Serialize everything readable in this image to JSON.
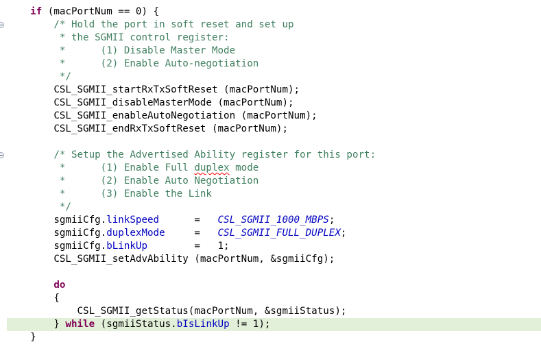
{
  "editor": {
    "lines": [
      [
        "    ",
        {
          "t": "if",
          "c": "kw"
        },
        " (macPortNum == 0) {"
      ],
      [
        "        ",
        {
          "t": "/* Hold the port in soft reset and set up",
          "c": "cm"
        }
      ],
      [
        "        ",
        {
          "t": " * the SGMII control register:",
          "c": "cm"
        }
      ],
      [
        "        ",
        {
          "t": " *      (1) Disable Master Mode",
          "c": "cm"
        }
      ],
      [
        "        ",
        {
          "t": " *      (2) Enable Auto-negotiation",
          "c": "cm"
        }
      ],
      [
        "        ",
        {
          "t": " */",
          "c": "cm"
        }
      ],
      [
        "        CSL_SGMII_startRxTxSoftReset (macPortNum);"
      ],
      [
        "        CSL_SGMII_disableMasterMode (macPortNum);"
      ],
      [
        "        CSL_SGMII_enableAutoNegotiation (macPortNum);"
      ],
      [
        "        CSL_SGMII_endRxTxSoftReset (macPortNum);"
      ],
      [
        ""
      ],
      [
        "        ",
        {
          "t": "/* Setup the Advertised Ability register for this port:",
          "c": "cm"
        }
      ],
      [
        "        ",
        {
          "t": " *      (1) Enable Full ",
          "c": "cm"
        },
        {
          "t": "duplex",
          "c": "cm spell"
        },
        {
          "t": " mode",
          "c": "cm"
        }
      ],
      [
        "        ",
        {
          "t": " *      (2) Enable Auto Negotiation",
          "c": "cm"
        }
      ],
      [
        "        ",
        {
          "t": " *      (3) Enable the Link",
          "c": "cm"
        }
      ],
      [
        "        ",
        {
          "t": " */",
          "c": "cm"
        }
      ],
      [
        "        sgmiiCfg.",
        {
          "t": "linkSpeed",
          "c": "fld"
        },
        "      =   ",
        {
          "t": "CSL_SGMII_1000_MBPS",
          "c": "const"
        },
        ";"
      ],
      [
        "        sgmiiCfg.",
        {
          "t": "duplexMode",
          "c": "fld"
        },
        "     =   ",
        {
          "t": "CSL_SGMII_FULL_DUPLEX",
          "c": "const"
        },
        ";"
      ],
      [
        "        sgmiiCfg.",
        {
          "t": "bLinkUp",
          "c": "fld"
        },
        "        =   1;"
      ],
      [
        "        CSL_SGMII_setAdvAbility (macPortNum, &sgmiiCfg);"
      ],
      [
        ""
      ],
      [
        "        ",
        {
          "t": "do",
          "c": "kw"
        }
      ],
      [
        "        {"
      ],
      [
        "            CSL_SGMII_getStatus(macPortNum, &sgmiiStatus);"
      ],
      [
        "        } ",
        {
          "t": "while",
          "c": "kw"
        },
        " (sgmiiStatus.",
        {
          "t": "bIsLinkUp",
          "c": "fld"
        },
        " != 1);"
      ],
      [
        "    }"
      ]
    ],
    "current_line": 24,
    "fold_markers": [
      1,
      11
    ]
  }
}
